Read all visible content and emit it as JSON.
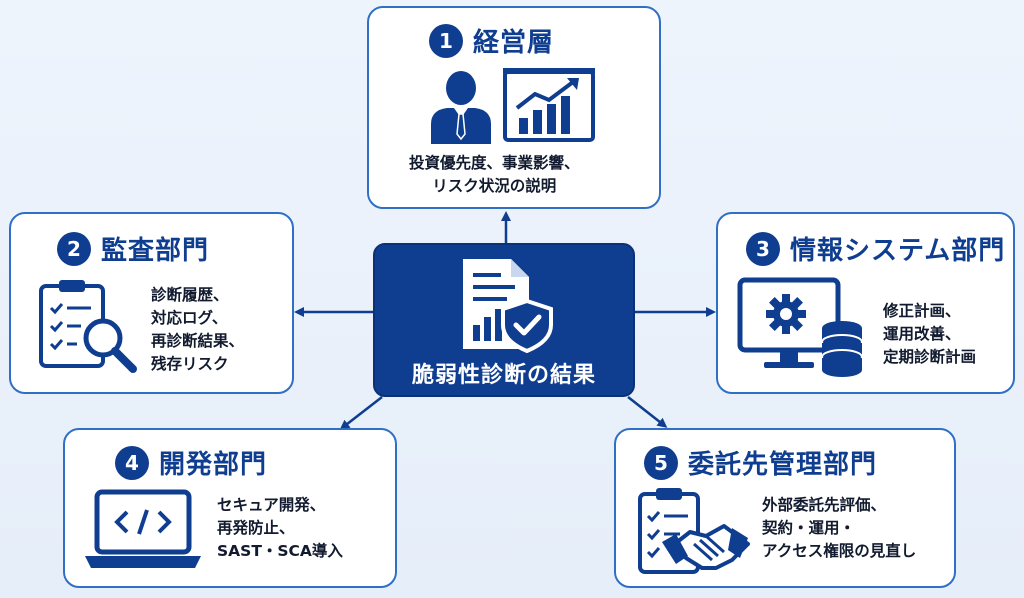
{
  "center": {
    "title": "脆弱性診断の結果"
  },
  "nodes": [
    {
      "num": "1",
      "title": "経営層",
      "lines": [
        "投資優先度、事業影響、",
        "リスク状況の説明"
      ]
    },
    {
      "num": "2",
      "title": "監査部門",
      "lines": [
        "診断履歴、",
        "対応ログ、",
        "再診断結果、",
        "残存リスク"
      ]
    },
    {
      "num": "3",
      "title": "情報システム部門",
      "lines": [
        "修正計画、",
        "運用改善、",
        "定期診断計画"
      ]
    },
    {
      "num": "4",
      "title": "開発部門",
      "lines": [
        "セキュア開発、",
        "再発防止、",
        "SAST・SCA導入"
      ]
    },
    {
      "num": "5",
      "title": "委託先管理部門",
      "lines": [
        "外部委託先評価、",
        "契約・運用・",
        "アクセス権限の見直し"
      ]
    }
  ],
  "colors": {
    "navy": "#0f3d8f",
    "border": "#2f6fc6",
    "background": "#e9f0fa"
  }
}
